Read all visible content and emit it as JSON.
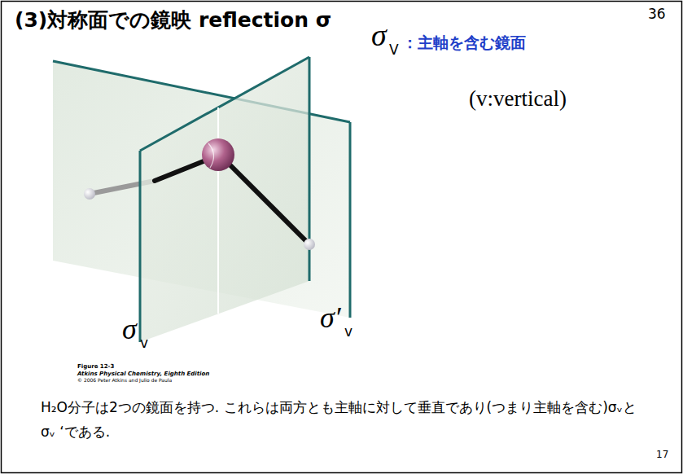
{
  "diagram": {
    "title": "(3)対称面での鏡映 reflection σ",
    "labels": [
      "36",
      "σ",
      "V",
      "：主軸を含む鏡面",
      "(v:vertical)",
      "σ",
      "v",
      "σ′",
      "v",
      "Figure 12-3",
      "Atkins Physical Chemistry, Eighth Edition",
      "© 2006 Peter Atkins and Julio de Paula",
      "H₂O分子は2つの鏡面を持つ. これらは両方とも主軸に対して垂直であり(つまり主軸を含む)σᵥとσᵥ ‘である.",
      "17"
    ]
  }
}
